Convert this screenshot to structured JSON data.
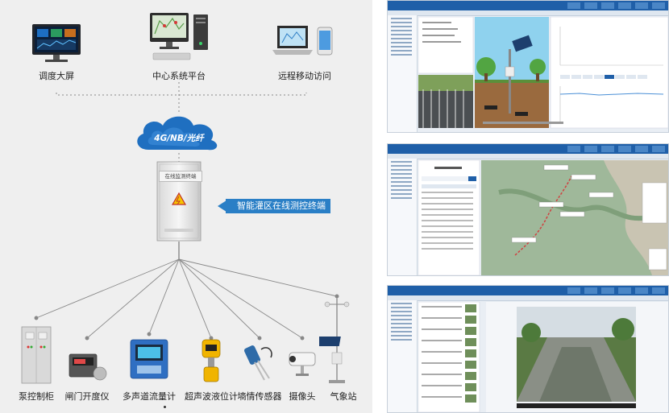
{
  "top_nodes": [
    {
      "id": "big-screen",
      "label": "调度大屏"
    },
    {
      "id": "center-platform",
      "label": "中心系统平台"
    },
    {
      "id": "remote-access",
      "label": "远程移动访问"
    }
  ],
  "cloud": {
    "label": "4G/NB/光纤"
  },
  "terminal": {
    "banner": "智能灌区在线测控终端",
    "cabinet_label": "在线监测终端"
  },
  "devices": [
    {
      "id": "pump-cabinet",
      "label": "泵控制柜"
    },
    {
      "id": "gate-meter",
      "label": "闸门开度仪"
    },
    {
      "id": "flow-meter",
      "label": "多声道流量计"
    },
    {
      "id": "level-meter",
      "label": "超声波液位计"
    },
    {
      "id": "soil-sensor",
      "label": "墒情传感器"
    },
    {
      "id": "camera",
      "label": "摄像头"
    },
    {
      "id": "weather-station",
      "label": "气象站"
    }
  ],
  "colors": {
    "banner": "#2a7fc6",
    "cloud": "#1f6fc0",
    "app_header": "#1f5fa8"
  }
}
